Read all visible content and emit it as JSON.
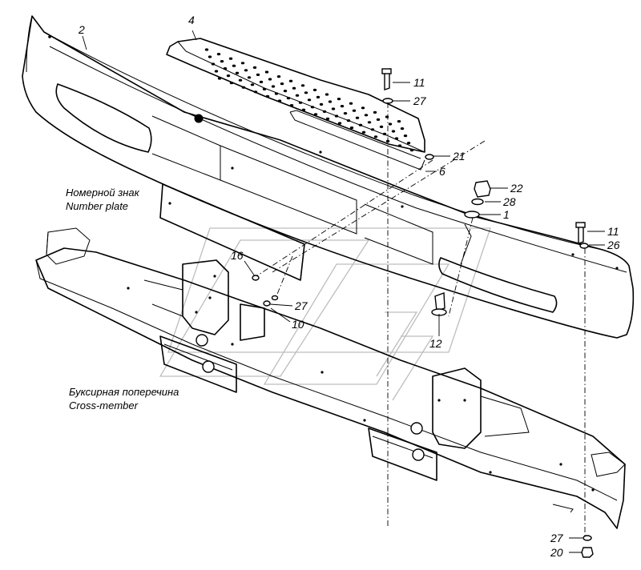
{
  "callouts": {
    "c1": "1",
    "c2": "2",
    "c4": "4",
    "c6": "6",
    "c10": "10",
    "c11": "11",
    "c12": "12",
    "c16": "16",
    "c20": "20",
    "c21": "21",
    "c22": "22",
    "c26": "26",
    "c27": "27",
    "c28": "28"
  },
  "captions": {
    "number_plate_ru": "Номерной знак",
    "number_plate_en": "Number plate",
    "cross_member_ru": "Буксирная поперечина",
    "cross_member_en": "Cross-member"
  }
}
